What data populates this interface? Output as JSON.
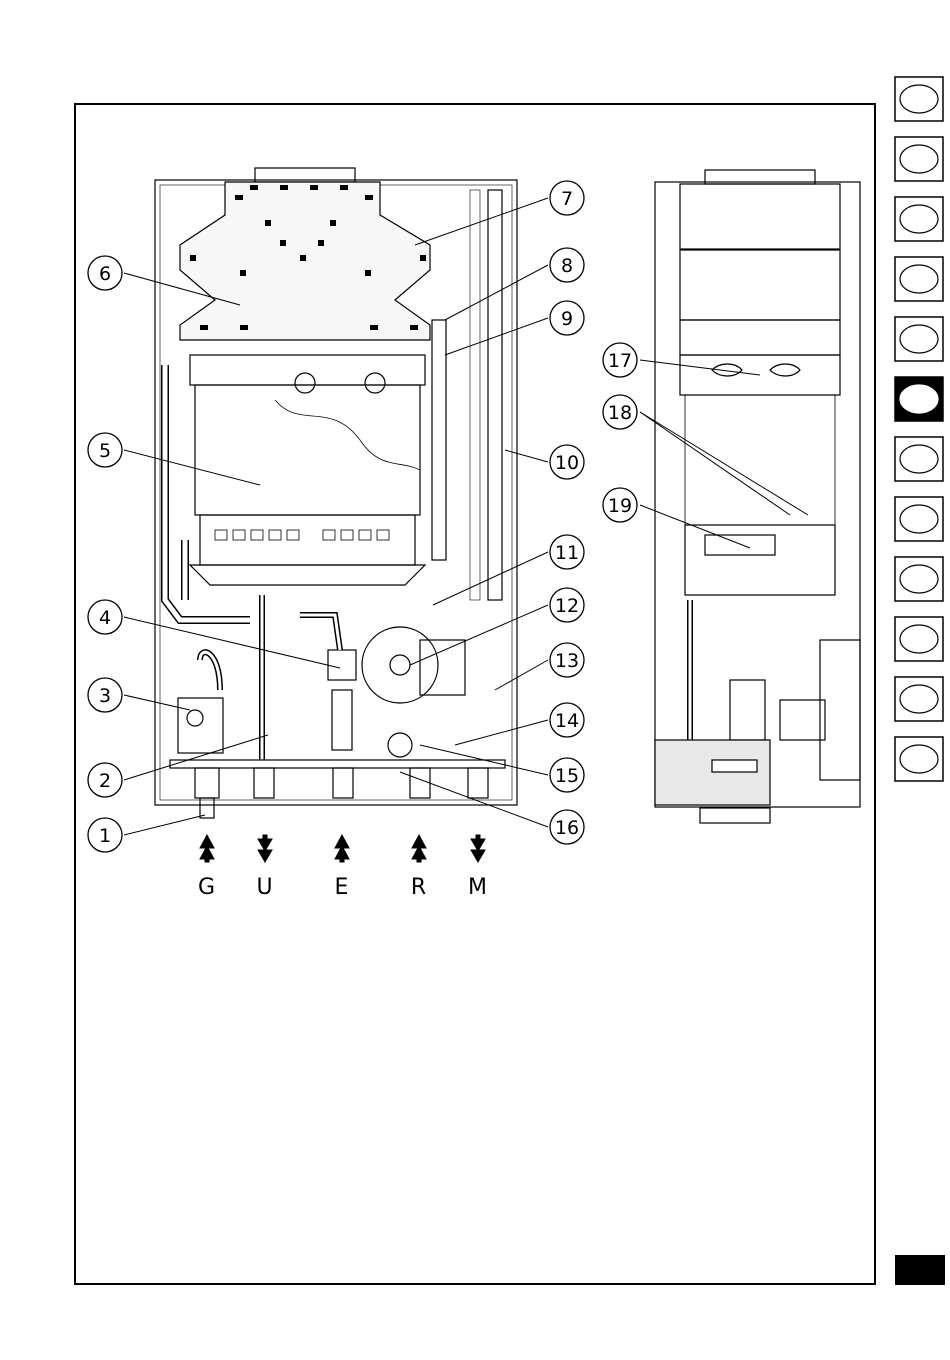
{
  "callouts": [
    {
      "id": 1,
      "label": "1"
    },
    {
      "id": 2,
      "label": "2"
    },
    {
      "id": 3,
      "label": "3"
    },
    {
      "id": 4,
      "label": "4"
    },
    {
      "id": 5,
      "label": "5"
    },
    {
      "id": 6,
      "label": "6"
    },
    {
      "id": 7,
      "label": "7"
    },
    {
      "id": 8,
      "label": "8"
    },
    {
      "id": 9,
      "label": "9"
    },
    {
      "id": 10,
      "label": "10"
    },
    {
      "id": 11,
      "label": "11"
    },
    {
      "id": 12,
      "label": "12"
    },
    {
      "id": 13,
      "label": "13"
    },
    {
      "id": 14,
      "label": "14"
    },
    {
      "id": 15,
      "label": "15"
    },
    {
      "id": 16,
      "label": "16"
    },
    {
      "id": 17,
      "label": "17"
    },
    {
      "id": 18,
      "label": "18"
    },
    {
      "id": 19,
      "label": "19"
    }
  ],
  "connections": [
    {
      "label": "G",
      "direction": "in"
    },
    {
      "label": "U",
      "direction": "out"
    },
    {
      "label": "E",
      "direction": "in"
    },
    {
      "label": "R",
      "direction": "in"
    },
    {
      "label": "M",
      "direction": "out"
    }
  ],
  "language_tabs": {
    "count": 12,
    "active_index": 5
  },
  "colors": {
    "ink": "#000000",
    "paper": "#ffffff"
  }
}
